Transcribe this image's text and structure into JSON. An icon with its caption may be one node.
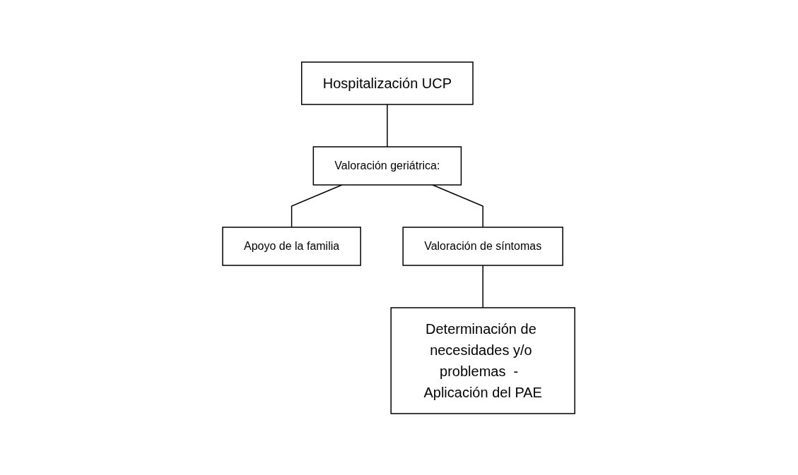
{
  "diagram": {
    "nodes": [
      {
        "text": [
          "Hospitalización UCP"
        ]
      },
      {
        "text": [
          "Valoración geriátrica:"
        ]
      },
      {
        "text": [
          "Apoyo de la familia"
        ]
      },
      {
        "text": [
          "Valoración de síntomas"
        ]
      },
      {
        "text": [
          "Determinación de necesidades y/o problemas  -  Aplicación del PAE"
        ]
      }
    ],
    "edges": [
      {
        "from": 0,
        "to": 1,
        "arrow": "none"
      },
      {
        "from": 1,
        "to": 2,
        "arrow": "none"
      },
      {
        "from": 1,
        "to": 3,
        "arrow": "none"
      },
      {
        "from": 3,
        "to": 4,
        "arrow": "none"
      }
    ]
  }
}
